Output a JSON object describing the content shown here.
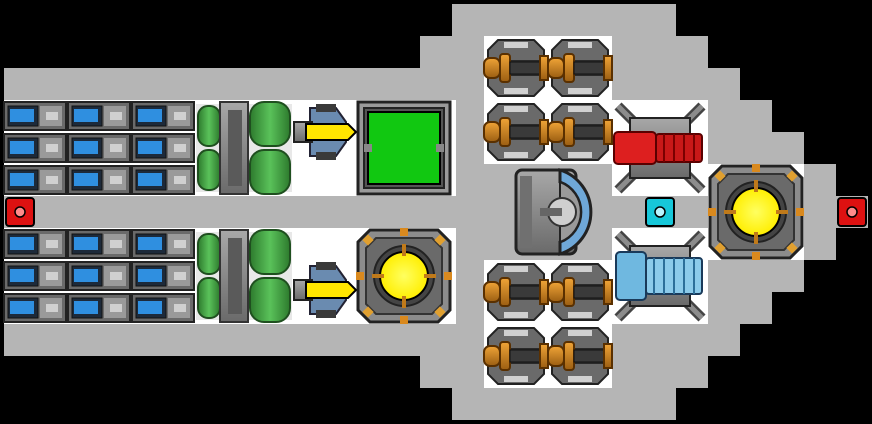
{
  "scene": "ship-editor-blueprint",
  "colors": {
    "background": "#000000",
    "hull": "#b5b5b5",
    "slot": "#ffffff",
    "metal": "#8c8c8c",
    "metal_dark": "#3c3c3c",
    "battery_cell": "#2f8fe0",
    "fuel_tank": "#3fa83f",
    "thruster_flame": "#ffe600",
    "reactor_core": "#ffff00",
    "cockpit_screen": "#11c811",
    "gun_brass": "#d9891e",
    "missile_red": "#dd1f1f",
    "ion_blue": "#6fb8e0",
    "node_red": "#dd1111",
    "node_cyan": "#17c7d9"
  },
  "modules": {
    "battery_banks": 2,
    "battery_rows_per_bank": 3,
    "battery_cols": 3,
    "fuel_tanks": 2,
    "thrusters": 2,
    "cockpits": 1,
    "reactors": 2,
    "autocannons": 8,
    "missile_launchers": 1,
    "ion_cannons": 1,
    "shield_generators": 1,
    "power_nodes": [
      "red",
      "red",
      "cyan"
    ]
  }
}
